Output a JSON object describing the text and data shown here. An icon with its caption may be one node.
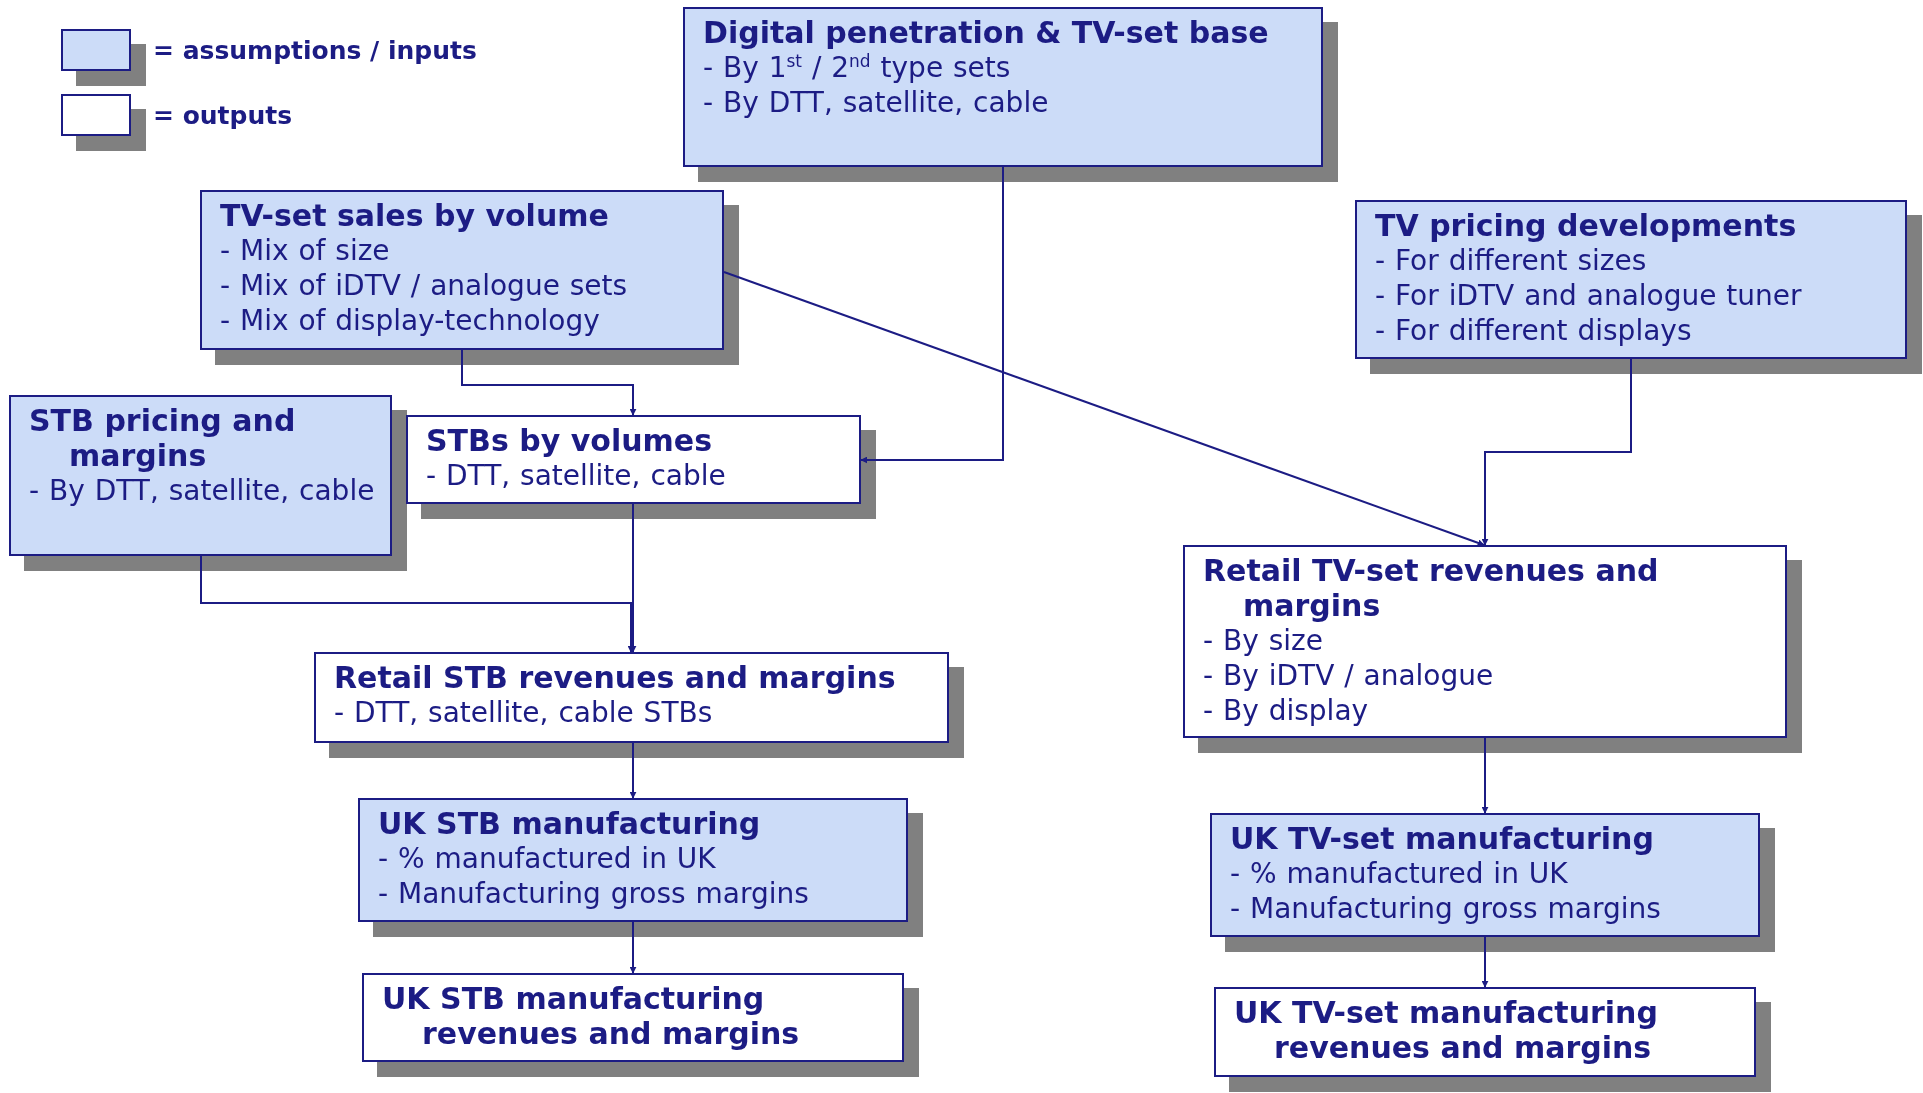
{
  "diagram": {
    "nodes": [
      {
        "text": [
          "Digital penetration & TV-set base",
          "- By 1$^{st}$ / 2$^{nd}$ type sets",
          "- By DTT, satellite, cable"
        ]
      },
      {
        "text": [
          "TV-set sales by volume",
          "- Mix of size",
          "- Mix of iDTV / analogue sets",
          "- Mix of display-technology"
        ]
      },
      {
        "text": [
          "TV pricing developments",
          "- For different sizes",
          "- For iDTV and analogue tuner",
          "- For different displays"
        ]
      },
      {
        "text": [
          "STB pricing and margins",
          "- By DTT, satellite, cable"
        ]
      },
      {
        "text": [
          "STBs by volumes",
          "- DTT, satellite, cable"
        ]
      },
      {
        "text": [
          "Retail TV-set revenues and margins",
          "- By size",
          "- By iDTV / analogue",
          "- By display"
        ]
      },
      {
        "text": [
          "Retail STB revenues and margins",
          "- DTT, satellite, cable STBs"
        ]
      },
      {
        "text": [
          "UK STB manufacturing",
          "- % manufactured in UK",
          "- Manufacturing gross margins"
        ]
      },
      {
        "text": [
          "UK TV-set manufacturing",
          "- % manufactured in UK",
          "- Manufacturing gross margins"
        ]
      },
      {
        "text": [
          "UK STB manufacturing revenues and margins"
        ]
      },
      {
        "text": [
          "UK TV-set manufacturing revenues and margins"
        ]
      }
    ],
    "edges": [
      {
        "from": 0,
        "to": 4,
        "arrow": "to"
      },
      {
        "from": 1,
        "to": 4,
        "arrow": "to"
      },
      {
        "from": 1,
        "to": 5,
        "arrow": "to"
      },
      {
        "from": 2,
        "to": 5,
        "arrow": "to"
      },
      {
        "from": 4,
        "to": 6,
        "arrow": "to"
      },
      {
        "from": 3,
        "to": 6,
        "arrow": "to"
      },
      {
        "from": 6,
        "to": 7,
        "arrow": "to"
      },
      {
        "from": 7,
        "to": 9,
        "arrow": "to"
      },
      {
        "from": 5,
        "to": 8,
        "arrow": "to"
      },
      {
        "from": 8,
        "to": 10,
        "arrow": "to"
      }
    ],
    "legend": [
      {
        "text": "= assumptions / inputs",
        "color": "#ccdcf8"
      },
      {
        "text": "= outputs",
        "color": "#ffffff"
      }
    ]
  }
}
